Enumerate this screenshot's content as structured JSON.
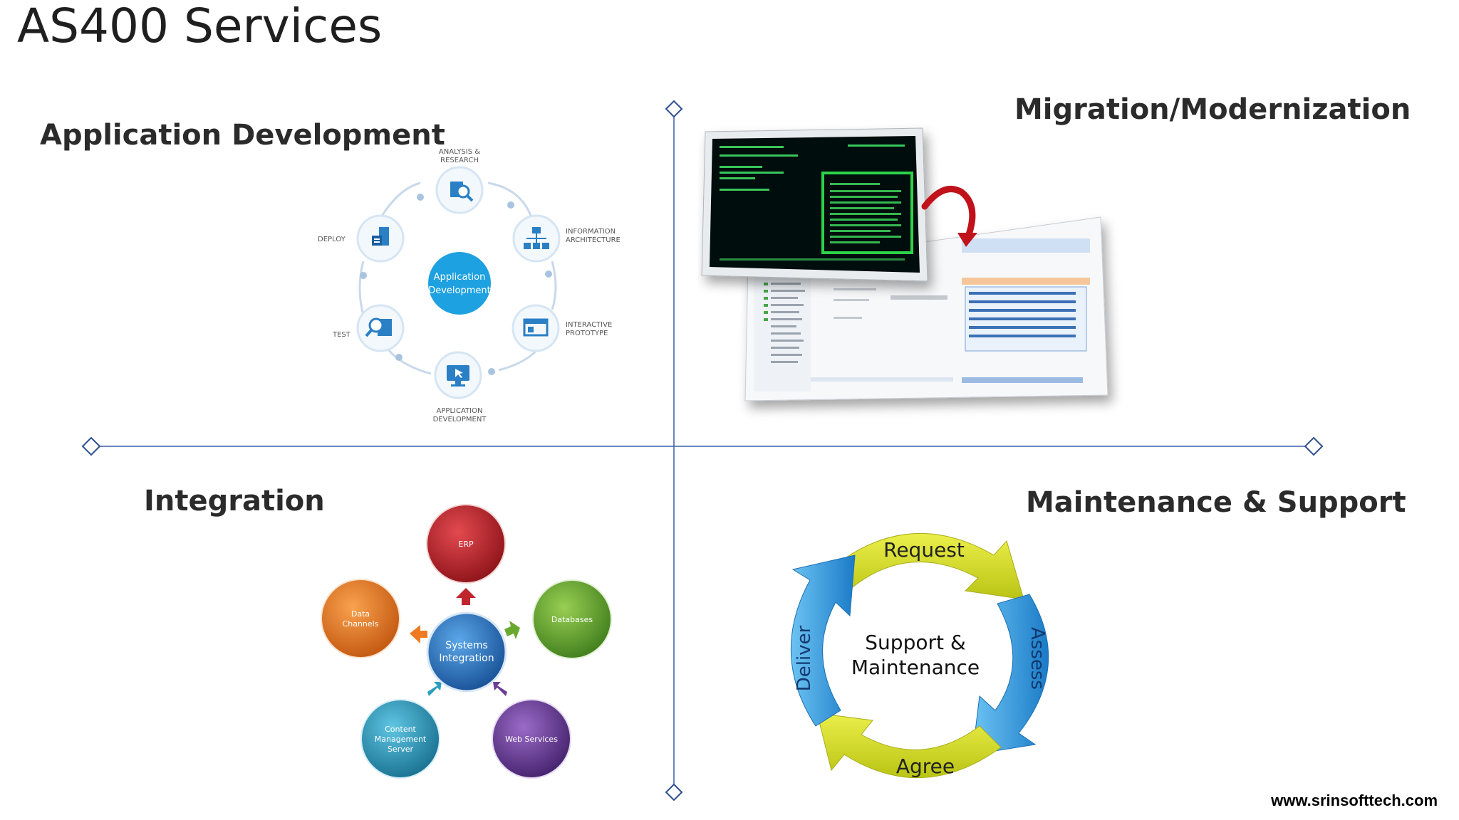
{
  "slide": {
    "title": "AS400 Services",
    "footer_url": "www.srinsofttech.com"
  },
  "quadrants": {
    "app_dev": {
      "title": "Application Development",
      "center_label_line1": "Application",
      "center_label_line2": "Development",
      "steps": [
        {
          "line1": "ANALYSIS &",
          "line2": "RESEARCH",
          "icon": "analysis-icon"
        },
        {
          "line1": "INFORMATION",
          "line2": "ARCHITECTURE",
          "icon": "hierarchy-icon"
        },
        {
          "line1": "INTERACTIVE",
          "line2": "PROTOTYPE",
          "icon": "prototype-icon"
        },
        {
          "line1": "APPLICATION",
          "line2": "DEVELOPMENT",
          "icon": "monitor-icon"
        },
        {
          "line1": "TEST",
          "line2": "",
          "icon": "test-icon"
        },
        {
          "line1": "DEPLOY",
          "line2": "",
          "icon": "deploy-icon"
        }
      ],
      "accent": "#1da1e0"
    },
    "migration": {
      "title": "Migration/Modernization"
    },
    "integration": {
      "title": "Integration",
      "center_line1": "Systems",
      "center_line2": "Integration",
      "nodes": [
        {
          "line1": "ERP",
          "line2": "",
          "line3": "",
          "color": "#c0262d"
        },
        {
          "line1": "Databases",
          "line2": "",
          "line3": "",
          "color": "#6aa92f"
        },
        {
          "line1": "Web Services",
          "line2": "",
          "line3": "",
          "color": "#6b3d96"
        },
        {
          "line1": "Content",
          "line2": "Management",
          "line3": "Server",
          "color": "#2a9ec0"
        },
        {
          "line1": "Data",
          "line2": "Channels",
          "line3": "",
          "color": "#ee7b22"
        }
      ],
      "center_color": "#1f6fb8"
    },
    "maintenance": {
      "title": "Maintenance & Support",
      "center_line1": "Support &",
      "center_line2": "Maintenance",
      "cycle": {
        "top": "Request",
        "right": "Assess",
        "bottom": "Agree",
        "left": "Deliver"
      },
      "colors": {
        "yellow": "#d6df1f",
        "blue": "#2f9fe0"
      }
    }
  }
}
